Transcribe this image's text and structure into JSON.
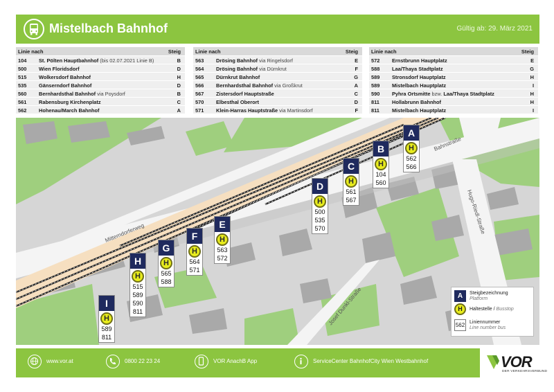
{
  "header": {
    "title": "Mistelbach Bahnhof",
    "valid": "Gültig ab: 29. März 2021",
    "icon": "bus-icon",
    "color": "#8cc540"
  },
  "departures": {
    "col_line": "Linie nach",
    "col_platform": "Steig",
    "columns": [
      [
        {
          "line": "104",
          "dest": "St. Pölten Hauptbahnhof",
          "via": "  (bis 02.07.2021 Linie B)",
          "platform": "B"
        },
        {
          "line": "500",
          "dest": "Wien Floridsdorf",
          "via": "",
          "platform": "D"
        },
        {
          "line": "515",
          "dest": "Wolkersdorf Bahnhof",
          "via": "",
          "platform": "H"
        },
        {
          "line": "535",
          "dest": "Gänserndorf Bahnhof",
          "via": "",
          "platform": "D"
        },
        {
          "line": "560",
          "dest": "Bernhardsthal Bahnhof",
          "via": " via Poysdorf",
          "platform": "B"
        },
        {
          "line": "561",
          "dest": "Rabensburg Kirchenplatz",
          "via": "",
          "platform": "C"
        },
        {
          "line": "562",
          "dest": "Hohenau/March Bahnhof",
          "via": "",
          "platform": "A"
        }
      ],
      [
        {
          "line": "563",
          "dest": "Drösing Bahnhof",
          "via": " via Ringelsdorf",
          "platform": "E"
        },
        {
          "line": "564",
          "dest": "Drösing Bahnhof",
          "via": " via Dürnkrut",
          "platform": "F"
        },
        {
          "line": "565",
          "dest": "Dürnkrut Bahnhof",
          "via": "",
          "platform": "G"
        },
        {
          "line": "566",
          "dest": "Bernhardsthal Bahnhof",
          "via": " via Großkrut",
          "platform": "A"
        },
        {
          "line": "567",
          "dest": "Zistersdorf Hauptstraße",
          "via": "",
          "platform": "C"
        },
        {
          "line": "570",
          "dest": "Elbesthal Oberort",
          "via": "",
          "platform": "D"
        },
        {
          "line": "571",
          "dest": "Klein-Harras Hauptstraße",
          "via": " via Martinsdorf",
          "platform": "F"
        }
      ],
      [
        {
          "line": "572",
          "dest": "Ernstbrunn Hauptplatz",
          "via": "",
          "platform": "E"
        },
        {
          "line": "588",
          "dest": "Laa/Thaya Stadtplatz",
          "via": "",
          "platform": "G"
        },
        {
          "line": "589",
          "dest": "Stronsdorf Hauptplatz",
          "via": "",
          "platform": "H"
        },
        {
          "line": "589",
          "dest": "Mistelbach Hauptplatz",
          "via": "",
          "platform": "I"
        },
        {
          "line": "590",
          "dest": "Pyhra Ortsmitte",
          "via": " bzw. ",
          "dest2": "Laa/Thaya Stadtplatz",
          "platform": "H"
        },
        {
          "line": "811",
          "dest": "Hollabrunn Bahnhof",
          "via": "",
          "platform": "H"
        },
        {
          "line": "811",
          "dest": "Mistelbach Hauptplatz",
          "via": "",
          "platform": "I"
        }
      ]
    ]
  },
  "map": {
    "streets": {
      "mitterndorferweg": "Mitterndorferweg",
      "bahnstrasse": "Bahnstraße",
      "josef_dunkl": "Josef Dunkl-Straße",
      "hugo_riedl": "Hugo-Riedl-Straße"
    },
    "stop_symbol": "H",
    "colors": {
      "green": "#9fcf7e",
      "platform_bg": "#1f2a5e",
      "stop_yellow": "#e8ec1c",
      "track_band": "#f6dfc0"
    },
    "platforms": [
      {
        "letter": "I",
        "lines": [
          "589",
          "811"
        ]
      },
      {
        "letter": "H",
        "lines": [
          "515",
          "589",
          "590",
          "811"
        ]
      },
      {
        "letter": "G",
        "lines": [
          "565",
          "588"
        ]
      },
      {
        "letter": "F",
        "lines": [
          "564",
          "571"
        ]
      },
      {
        "letter": "E",
        "lines": [
          "563",
          "572"
        ]
      },
      {
        "letter": "D",
        "lines": [
          "500",
          "535",
          "570"
        ]
      },
      {
        "letter": "C",
        "lines": [
          "561",
          "567"
        ]
      },
      {
        "letter": "B",
        "lines": [
          "104",
          "560"
        ]
      },
      {
        "letter": "A",
        "lines": [
          "562",
          "566"
        ]
      }
    ]
  },
  "legend": {
    "platform_de": "Steigbezeichnung",
    "platform_en": "Platform",
    "busstop_de": "Haltestelle / ",
    "busstop_en": "Busstop",
    "linenum_de": "Liniennummer",
    "linenum_en": "Line number bus",
    "sample_letter": "A",
    "sample_line": "562"
  },
  "footer": {
    "web": "www.vor.at",
    "phone": "0800 22 23 24",
    "app": "VOR AnachB App",
    "service": "ServiceCenter BahnhofCity Wien Westbahnhof",
    "icons": [
      "globe-icon",
      "phone-icon",
      "smartphone-icon",
      "info-icon"
    ]
  },
  "logo": {
    "name": "VOR",
    "tagline": "DER VERKEHRSVERBUND"
  }
}
